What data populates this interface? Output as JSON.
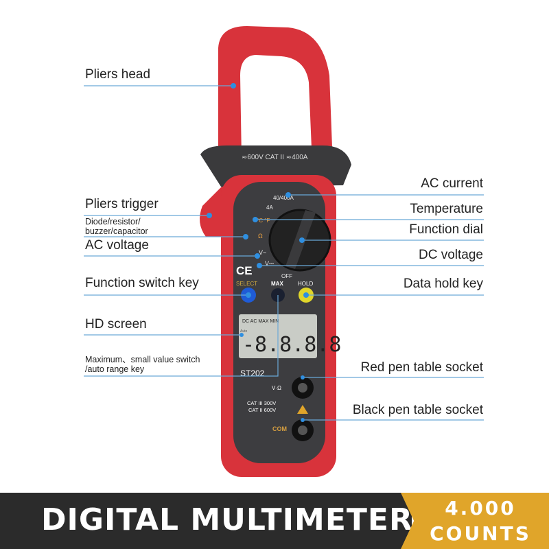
{
  "device": {
    "rating": "≂600V CAT II ≂400A",
    "range_amp_high": "40/400A",
    "range_amp_low": "4A",
    "range_temp": "°C °F",
    "range_ohm": "Ω",
    "range_vac": "V~",
    "range_vdc": "V⎓",
    "off": "OFF",
    "ce_mark": "CE",
    "select_label": "SELECT",
    "max_label": "MAX",
    "hold_label": "HOLD",
    "lcd_top": "DC AC MAX MIN",
    "lcd_digits": "-8.8.8.8",
    "lcd_auto": "Auto",
    "model": "ST202",
    "socket_label_v": "V·Ω",
    "cat_rating_1": "CAT III 300V",
    "cat_rating_2": "CAT II 600V",
    "com_label": "COM",
    "colors": {
      "red": "#d8333b",
      "dark": "#3a3a3c",
      "select_blue": "#1f5bd6",
      "hold_yellow": "#e0d62a",
      "pointer": "#2f8fe0"
    }
  },
  "labels": {
    "pliers_head": "Pliers head",
    "pliers_trigger": "Pliers trigger",
    "diode": "Diode/resistor/\nbuzzer/capacitor",
    "ac_voltage": "AC voltage",
    "function_switch_key": "Function switch key",
    "hd_screen": "HD screen",
    "max_min": "Maximum、small value switch\n/auto range key",
    "ac_current": "AC current",
    "temperature": "Temperature",
    "function_dial": "Function dial",
    "dc_voltage": "DC voltage",
    "data_hold_key": "Data hold key",
    "red_socket": "Red pen table socket",
    "black_socket": "Black pen table socket"
  },
  "banner": {
    "title": "DIGITAL MULTIMETER",
    "counts_line1": "4.000",
    "counts_line2": "COUNTS"
  }
}
